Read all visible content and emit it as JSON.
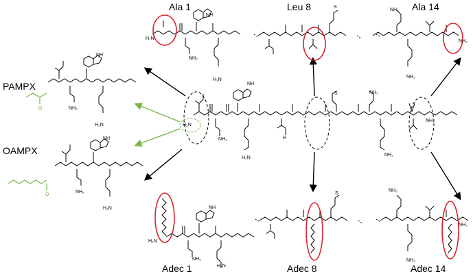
{
  "labels": {
    "ala1": "Ala 1",
    "leu8": "Leu 8",
    "ala14": "Ala 14",
    "pampx": "PAMPX",
    "oampx": "OAMPX",
    "adec1": "Adec 1",
    "adec8": "Adec 8",
    "adec14": "Adec 14"
  },
  "atoms": {
    "nh2": "NH₂",
    "h2n": "H₂N",
    "hn": "HN",
    "h": "H",
    "nh": "NH",
    "n": "N",
    "o": "O",
    "s": "S"
  },
  "colors": {
    "highlight_ring": "#d9232a",
    "lipid_green": "#7ab648",
    "arrow_green": "#7ab648",
    "structure_black": "#000000",
    "dashed_region": "#000000"
  }
}
